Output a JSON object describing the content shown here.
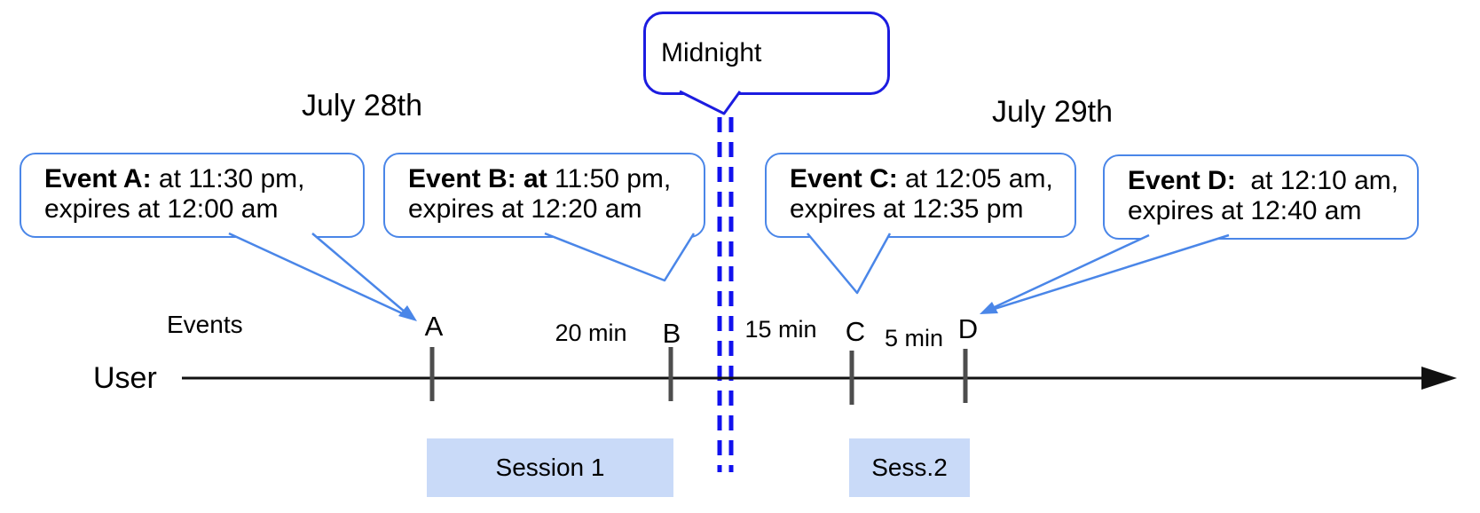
{
  "dates": {
    "left": "July 28th",
    "right": "July 29th"
  },
  "midnight": {
    "label": "Midnight"
  },
  "axis": {
    "events_label": "Events",
    "user_label": "User"
  },
  "events": [
    {
      "tick_label": "A",
      "bold": "Event A:",
      "rest": " at 11:30 pm,",
      "line2": "expires at 12:00 am"
    },
    {
      "tick_label": "B",
      "bold": "Event B: at",
      "rest": " 11:50 pm,",
      "line2": "expires at 12:20 am"
    },
    {
      "tick_label": "C",
      "bold": "Event C:",
      "rest": " at 12:05 am,",
      "line2": "expires at 12:35 pm"
    },
    {
      "tick_label": "D",
      "bold": "Event D:",
      "rest": "  at 12:10 am,",
      "line2": "expires at 12:40 am"
    }
  ],
  "intervals": [
    {
      "label": "20 min"
    },
    {
      "label": "15 min"
    },
    {
      "label": "5 min"
    }
  ],
  "sessions": [
    {
      "label": "Session 1"
    },
    {
      "label": "Sess.2"
    }
  ],
  "colors": {
    "callout_border": "#4a86e8",
    "midnight_border": "#1c1ce0",
    "midnight_dashed_line": "#1111ee",
    "session_fill": "#c9daf8",
    "tick": "#4d4d4d",
    "timeline": "#111111"
  }
}
